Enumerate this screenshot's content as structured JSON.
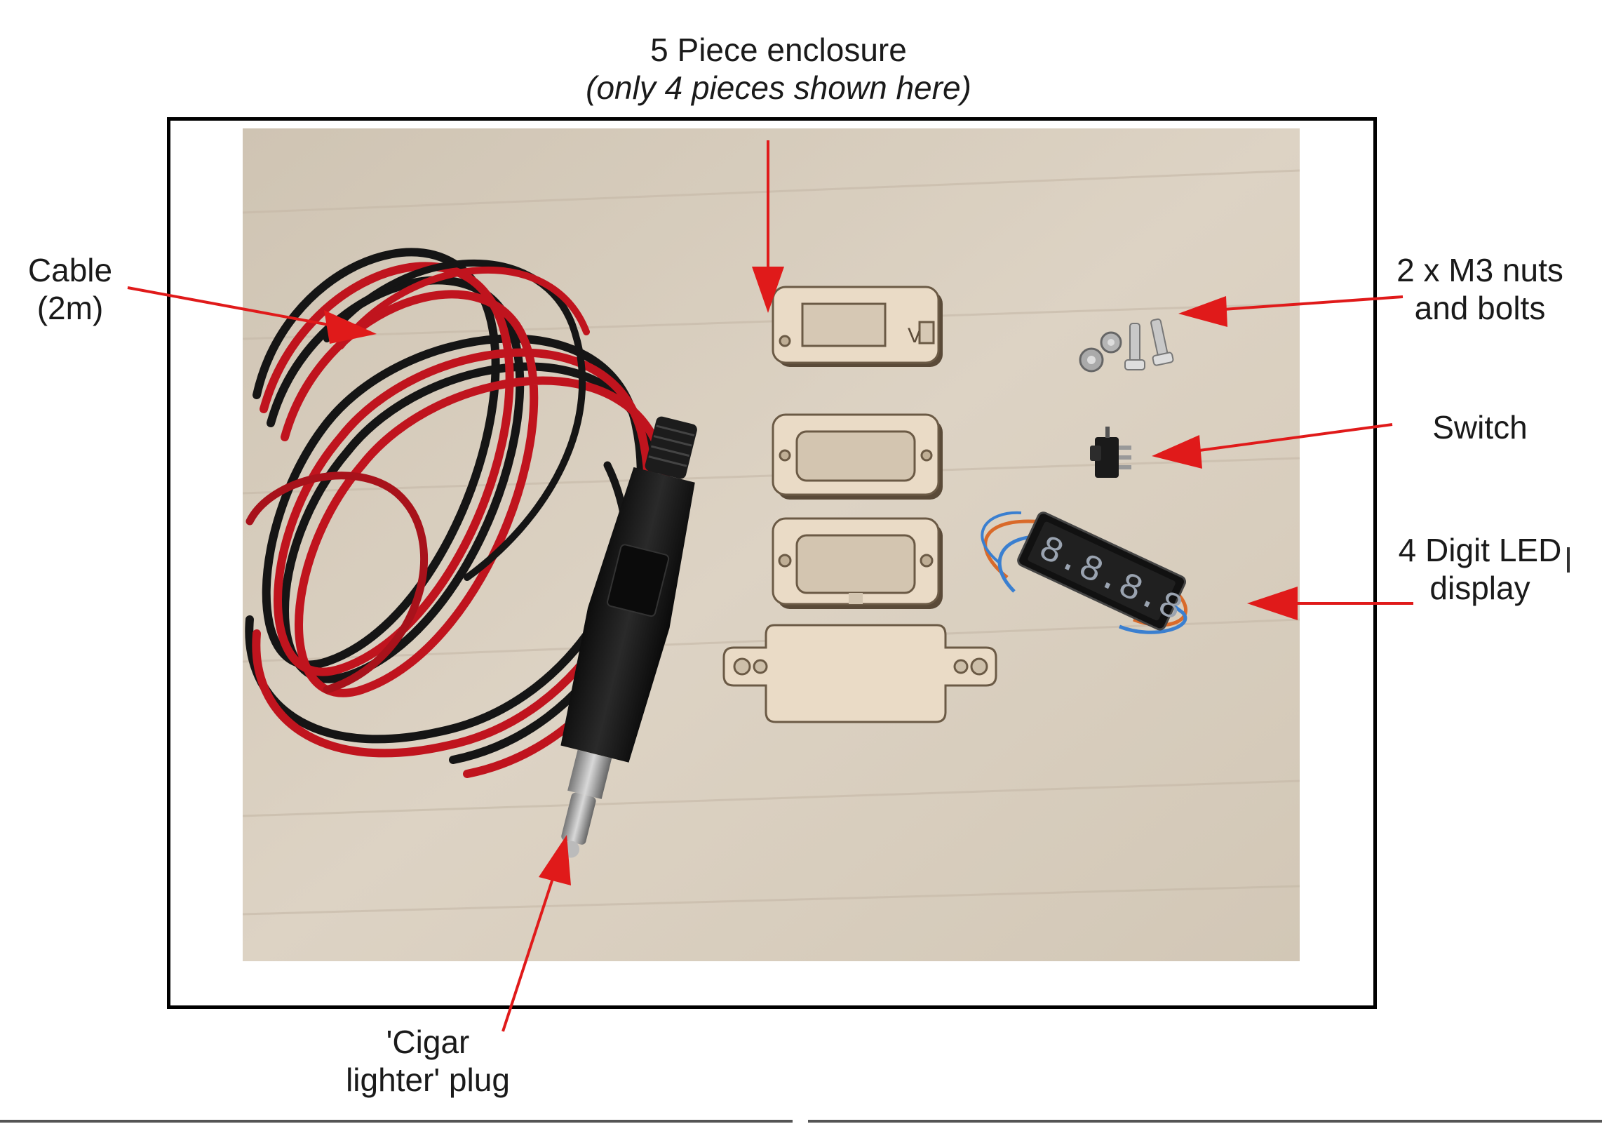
{
  "labels": {
    "enclosure_line1": "5 Piece enclosure",
    "enclosure_line2": "(only 4 pieces shown here)",
    "cable_line1": "Cable",
    "cable_line2": "(2m)",
    "nuts_line1": "2 x M3 nuts",
    "nuts_line2": "and bolts",
    "switch": "Switch",
    "led_line1": "4 Digit LED",
    "led_line2": "display",
    "plug_line1": "'Cigar",
    "plug_line2": "lighter' plug"
  },
  "panel_marking": "V",
  "led_digits": "8.8.8.8",
  "colors": {
    "arrow": "#e01a1a",
    "frame": "#000000",
    "wood_background": "#d9cfc0",
    "cable_red": "#c0141e",
    "cable_black": "#151515",
    "panel_wood": "#eadbc6"
  },
  "icons": {
    "arrow": "arrow-icon"
  }
}
